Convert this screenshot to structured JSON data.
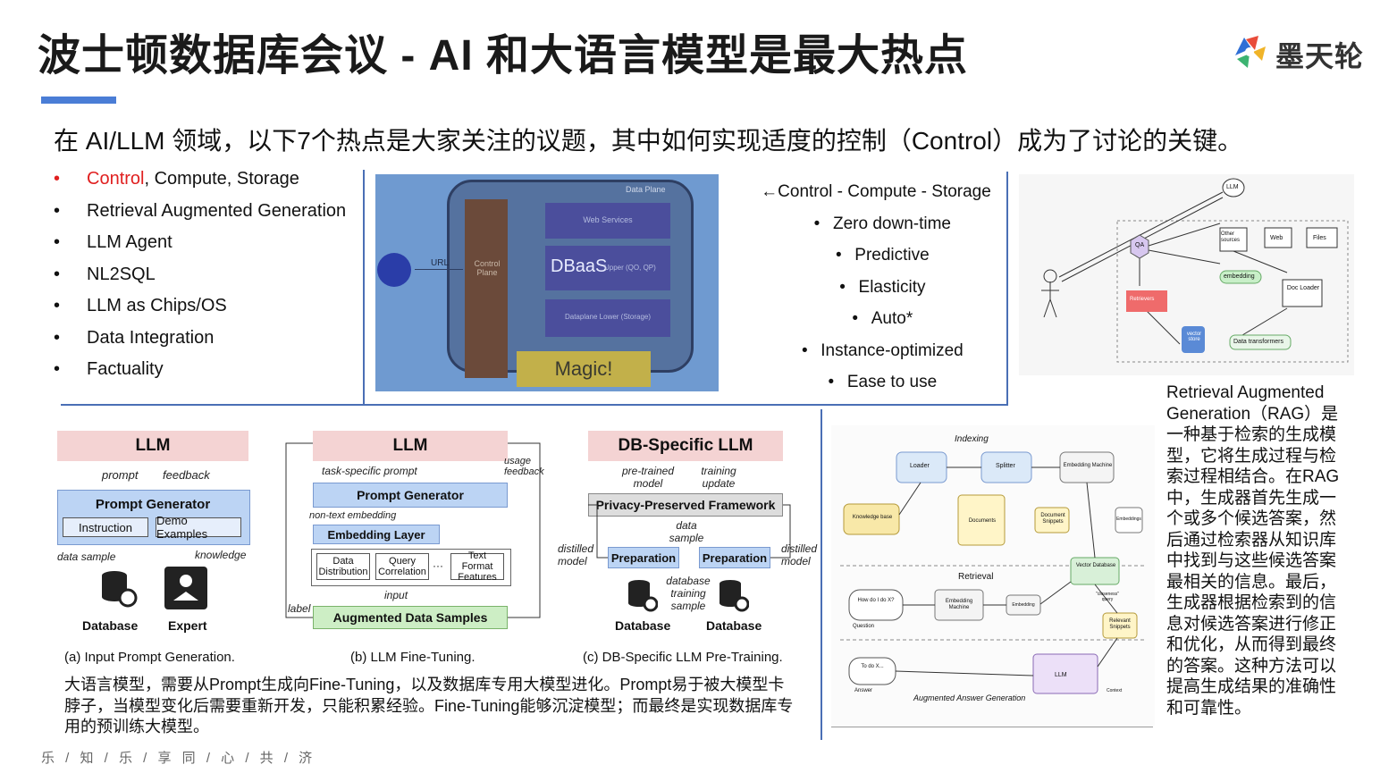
{
  "title": "波士顿数据库会议 - AI 和大语言模型是最大热点",
  "logo": {
    "text": "墨天轮",
    "icon": "motianlun-logo-icon"
  },
  "subtitle": "在 AI/LLM 领域，以下7个热点是大家关注的议题，其中如何实现适度的控制（Control）成为了讨论的关键。",
  "bullets": {
    "first_highlight": "Control",
    "first_rest": ", Compute, Storage",
    "items": [
      "Retrieval Augmented Generation",
      "LLM Agent",
      "NL2SQL",
      "LLM as Chips/OS",
      "Data Integration",
      "Factuality"
    ]
  },
  "photo": {
    "data_plane": "Data Plane",
    "control_plane": "Control Plane",
    "url": "URL",
    "web_services": "Web Services",
    "dbaas": "DBaaS",
    "upper": "Upper (QO, QP)",
    "dataplane_lower": "Dataplane Lower (Storage)",
    "magic": "Magic!"
  },
  "ccs": {
    "heading": "←Control - Compute - Storage",
    "items": [
      "Zero down-time",
      "Predictive",
      "Elasticity",
      "Auto*",
      "Instance-optimized",
      "Ease to use"
    ]
  },
  "rag_arch": {
    "llm": "LLM",
    "qa": "QA",
    "other_sources": "Other sources",
    "web": "Web",
    "files": "Files",
    "embedding": "embedding",
    "retrievers": "Retrievers",
    "doc_loader": "Doc Loader",
    "vector_store": "vector store",
    "data_transformers": "Data transformers"
  },
  "rag_text": "Retrieval Augmented Generation（RAG）是一种基于检索的生成模型，它将生成过程与检索过程相结合。在RAG中，生成器首先生成一个或多个候选答案，然后通过检索器从知识库中找到与这些候选答案最相关的信息。最后，生成器根据检索到的信息对候选答案进行修正和优化，从而得到最终的答案。这种方法可以提高生成结果的准确性和可靠性。",
  "panel_a": {
    "llm": "LLM",
    "prompt": "prompt",
    "feedback": "feedback",
    "prompt_generator": "Prompt Generator",
    "instruction": "Instruction",
    "demo_examples": "Demo Examples",
    "data_sample": "data sample",
    "knowledge": "knowledge",
    "database": "Database",
    "expert": "Expert",
    "caption": "(a) Input Prompt Generation."
  },
  "panel_b": {
    "llm": "LLM",
    "task_prompt": "task-specific prompt",
    "usage_feedback": "usage feedback",
    "prompt_generator": "Prompt Generator",
    "non_text_embedding": "non-text embedding",
    "embedding_layer": "Embedding Layer",
    "data_distribution": "Data Distribution",
    "query_correlation": "Query Correlation",
    "ellipsis": "···",
    "text_format": "Text Format Features",
    "input": "input",
    "label": "label",
    "augmented": "Augmented Data Samples",
    "caption": "(b) LLM Fine-Tuning."
  },
  "panel_c": {
    "llm": "DB-Specific LLM",
    "pretrained": "pre-trained model",
    "training_update": "training update",
    "privacy": "Privacy-Preserved Framework",
    "data_sample": "data sample",
    "distilled_left": "distilled model",
    "distilled_right": "distilled model",
    "preparation": "Preparation",
    "database_training_sample": "database training sample",
    "database": "Database",
    "caption": "(c) DB-Specific LLM Pre-Training."
  },
  "flow": {
    "indexing": "Indexing",
    "loader": "Loader",
    "splitter": "Splitter",
    "embedding_machine": "Embedding Machine",
    "knowledge_base": "Knowledge base",
    "documents": "Documents",
    "document_snippets": "Document Snippets",
    "embeddings": "Embeddings",
    "vector_database": "Vector Database",
    "retrieval": "Retrieval",
    "how_do_i": "How do I do X?",
    "question": "Question",
    "embedding_machine2": "Embedding Machine",
    "embedding": "Embedding",
    "closeness_query": "\"closeness\" query",
    "relevant_snippets": "Relevant Snippets",
    "to_do": "To do X...",
    "answer": "Answer",
    "llm": "LLM",
    "augmented": "Augmented Answer Generation",
    "context": "Context"
  },
  "caption": "大语言模型，需要从Prompt生成向Fine-Tuning，以及数据库专用大模型进化。Prompt易于被大模型卡脖子，当模型变化后需要重新开发，只能积累经验。Fine-Tuning能够沉淀模型；而最终是实现数据库专用的预训练大模型。",
  "footer": "乐 / 知 / 乐 / 享      同 / 心 / 共 / 济"
}
